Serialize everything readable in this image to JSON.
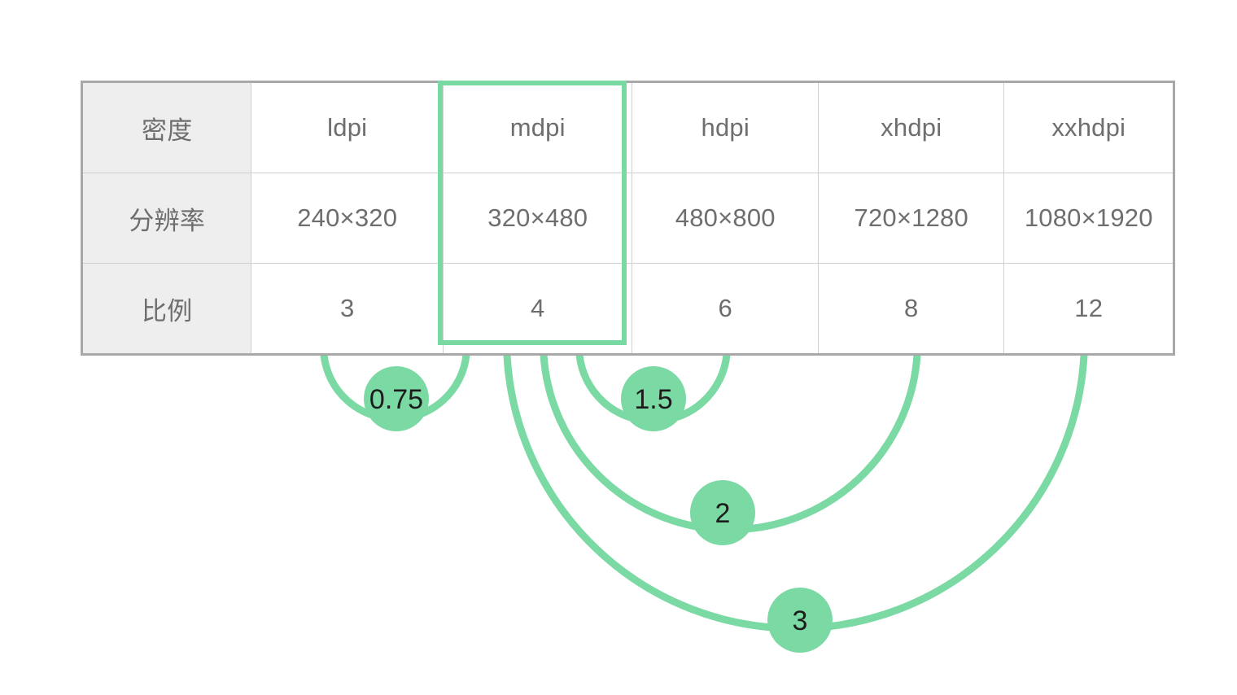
{
  "theme": {
    "accent_green": "#7bd9a3",
    "ratio_text_green": "#3fa86a",
    "table_border": "#a8a8a8",
    "grid_line": "#cfcfcf",
    "header_cell_bg": "#eeeeee",
    "body_text": "#6e6e6e",
    "page_bg": "#ffffff"
  },
  "table": {
    "row_labels": {
      "density": "密度",
      "resolution": "分辨率",
      "ratio": "比例"
    },
    "columns": [
      {
        "density": "ldpi",
        "resolution": "240×320",
        "ratio": "3",
        "highlighted": false
      },
      {
        "density": "mdpi",
        "resolution": "320×480",
        "ratio": "4",
        "highlighted": true
      },
      {
        "density": "hdpi",
        "resolution": "480×800",
        "ratio": "6",
        "highlighted": false
      },
      {
        "density": "xhdpi",
        "resolution": "720×1280",
        "ratio": "8",
        "highlighted": false
      },
      {
        "density": "xxhdpi",
        "resolution": "1080×1920",
        "ratio": "12",
        "highlighted": false
      }
    ]
  },
  "relations": {
    "baseline_column": "mdpi",
    "arcs": [
      {
        "from": "ldpi",
        "to": "mdpi",
        "label": "0.75"
      },
      {
        "from": "mdpi",
        "to": "hdpi",
        "label": "1.5"
      },
      {
        "from": "mdpi",
        "to": "xhdpi",
        "label": "2"
      },
      {
        "from": "mdpi",
        "to": "xxhdpi",
        "label": "3"
      }
    ]
  },
  "chart_data": {
    "type": "table",
    "title": "",
    "columns": [
      "密度",
      "ldpi",
      "mdpi",
      "hdpi",
      "xhdpi",
      "xxhdpi"
    ],
    "rows": [
      [
        "密度",
        "ldpi",
        "mdpi",
        "hdpi",
        "xhdpi",
        "xxhdpi"
      ],
      [
        "分辨率",
        "240×320",
        "320×480",
        "480×800",
        "720×1280",
        "1080×1920"
      ],
      [
        "比例",
        "3",
        "4",
        "6",
        "8",
        "12"
      ]
    ],
    "annotations": [
      {
        "pair": [
          "ldpi",
          "mdpi"
        ],
        "value": 0.75
      },
      {
        "pair": [
          "mdpi",
          "hdpi"
        ],
        "value": 1.5
      },
      {
        "pair": [
          "mdpi",
          "xhdpi"
        ],
        "value": 2
      },
      {
        "pair": [
          "mdpi",
          "xxhdpi"
        ],
        "value": 3
      }
    ],
    "highlight": "mdpi"
  }
}
